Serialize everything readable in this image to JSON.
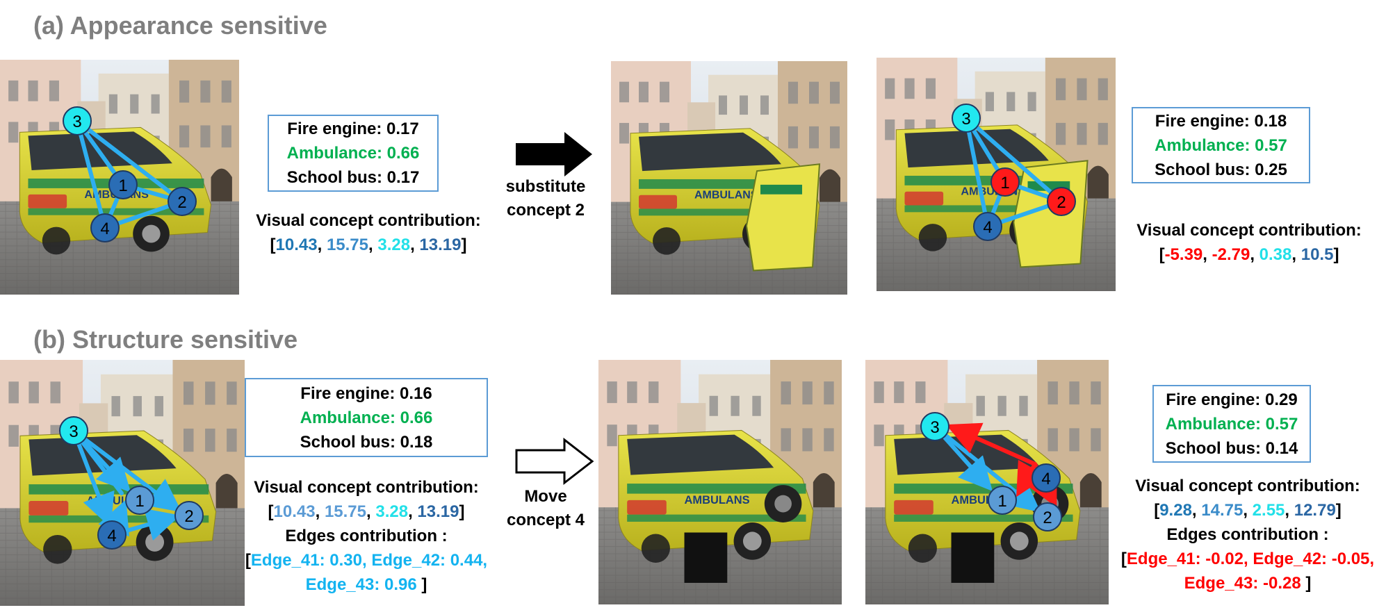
{
  "sections": {
    "a_title": "(a) Appearance sensitive",
    "b_title": "(b) Structure sensitive"
  },
  "node_labels": [
    "1",
    "2",
    "3",
    "4"
  ],
  "a": {
    "pred_orig": {
      "fire": "Fire engine: 0.17",
      "amb": "Ambulance: 0.66",
      "bus": "School bus: 0.17"
    },
    "contrib_orig": {
      "title": "Visual concept contribution:",
      "v1": "10.43",
      "v2": "15.75",
      "v3": "3.28",
      "v4": "13.19"
    },
    "arrow_label_1": "substitute",
    "arrow_label_2": "concept 2",
    "pred_new": {
      "fire": "Fire engine: 0.18",
      "amb": "Ambulance: 0.57",
      "bus": "School bus: 0.25"
    },
    "contrib_new": {
      "title": "Visual concept contribution:",
      "v1": "-5.39",
      "v2": "-2.79",
      "v3": "0.38",
      "v4": "10.5"
    }
  },
  "b": {
    "pred_orig": {
      "fire": "Fire engine: 0.16",
      "amb": "Ambulance: 0.66",
      "bus": "School bus: 0.18"
    },
    "contrib_orig": {
      "title": "Visual concept contribution:",
      "v1": "10.43",
      "v2": "15.75",
      "v3": "3.28",
      "v4": "13.19",
      "edges_title": "Edges contribution :",
      "e1": "Edge_41: 0.30, Edge_42: 0.44,",
      "e2": "Edge_43: 0.96"
    },
    "arrow_label_1": "Move",
    "arrow_label_2": "concept 4",
    "pred_new": {
      "fire": "Fire engine: 0.29",
      "amb": "Ambulance: 0.57",
      "bus": "School bus: 0.14"
    },
    "contrib_new": {
      "title": "Visual concept contribution:",
      "v1": "9.28",
      "v2": "14.75",
      "v3": "2.55",
      "v4": "12.79",
      "edges_title": "Edges contribution :",
      "e1": "Edge_41: -0.02, Edge_42: -0.05,",
      "e2": "Edge_43: -0.28"
    }
  },
  "colors": {
    "node_cyan": "#22e8ef",
    "node_blue": "#2a6db5",
    "node_lightblue": "#5b9bd5",
    "node_red": "#ff1a1a",
    "edge_blue": "#2eaef0",
    "edge_red": "#ff1a1a",
    "green": "#00b050",
    "box_border": "#5b9bd5"
  }
}
